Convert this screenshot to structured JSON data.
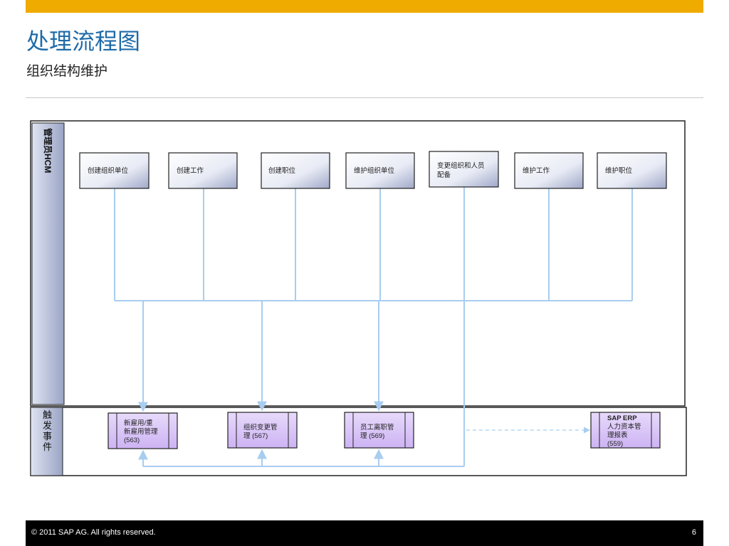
{
  "header": {
    "title": "处理流程图",
    "subtitle": "组织结构维护"
  },
  "lanes": [
    {
      "id": "admin",
      "label": "管理员HCM"
    },
    {
      "id": "trigger",
      "label": "触发事件"
    }
  ],
  "activities": [
    {
      "id": "a1",
      "lines": [
        "创建组织单位"
      ]
    },
    {
      "id": "a2",
      "lines": [
        "创建工作"
      ]
    },
    {
      "id": "a3",
      "lines": [
        "创建职位"
      ]
    },
    {
      "id": "a4",
      "lines": [
        "维护组织单位"
      ]
    },
    {
      "id": "a5",
      "lines": [
        "变更组织和人员",
        "配备"
      ]
    },
    {
      "id": "a6",
      "lines": [
        "维护工作"
      ]
    },
    {
      "id": "a7",
      "lines": [
        "维护职位"
      ]
    }
  ],
  "processes": [
    {
      "id": "p1",
      "lines": [
        "新雇用/重",
        "新雇用管理",
        "(563)"
      ]
    },
    {
      "id": "p2",
      "lines": [
        "组织变更管",
        "理 (567)"
      ]
    },
    {
      "id": "p3",
      "lines": [
        "员工离职管",
        "理 (569)"
      ]
    },
    {
      "id": "p4",
      "lines": [
        "SAP ERP",
        "人力资本管",
        "理报表",
        "(559)"
      ]
    }
  ],
  "colors": {
    "accent": "#f0ab00",
    "title": "#1f6ba8",
    "connector": "#a8cdf0",
    "process_fill": "#d9c4f7",
    "activity_fill": "#e6e9f4"
  },
  "footer": {
    "copyright": "©  2011 SAP AG. All rights reserved.",
    "page": "6"
  }
}
